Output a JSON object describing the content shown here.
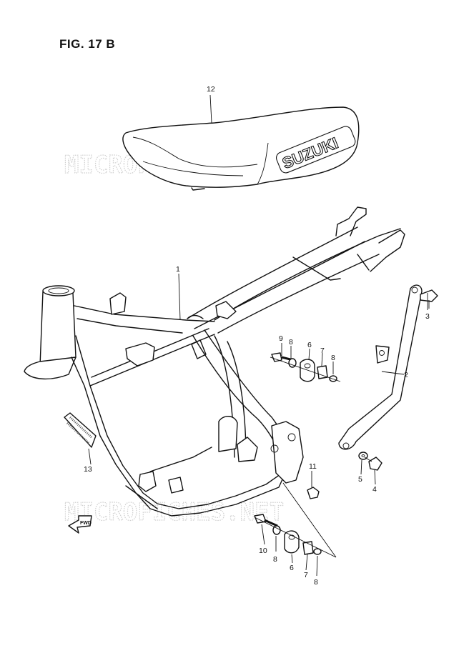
{
  "figure": {
    "title": "FIG. 17 B"
  },
  "seat": {
    "brand_text": "SUZUKI"
  },
  "watermark": {
    "text": "MICROFICHES.NET"
  },
  "direction": {
    "text": "FWD"
  },
  "callouts": {
    "c1": "1",
    "c2": "2",
    "c3": "3",
    "c4": "4",
    "c5": "5",
    "c6a": "6",
    "c6b": "6",
    "c7a": "7",
    "c7b": "7",
    "c8a": "8",
    "c8b": "8",
    "c8c": "8",
    "c8d": "8",
    "c9": "9",
    "c10": "10",
    "c11": "11",
    "c12": "12",
    "c13": "13"
  },
  "colors": {
    "line": "#111111",
    "watermark": "#cfcfcf",
    "background": "#ffffff"
  }
}
